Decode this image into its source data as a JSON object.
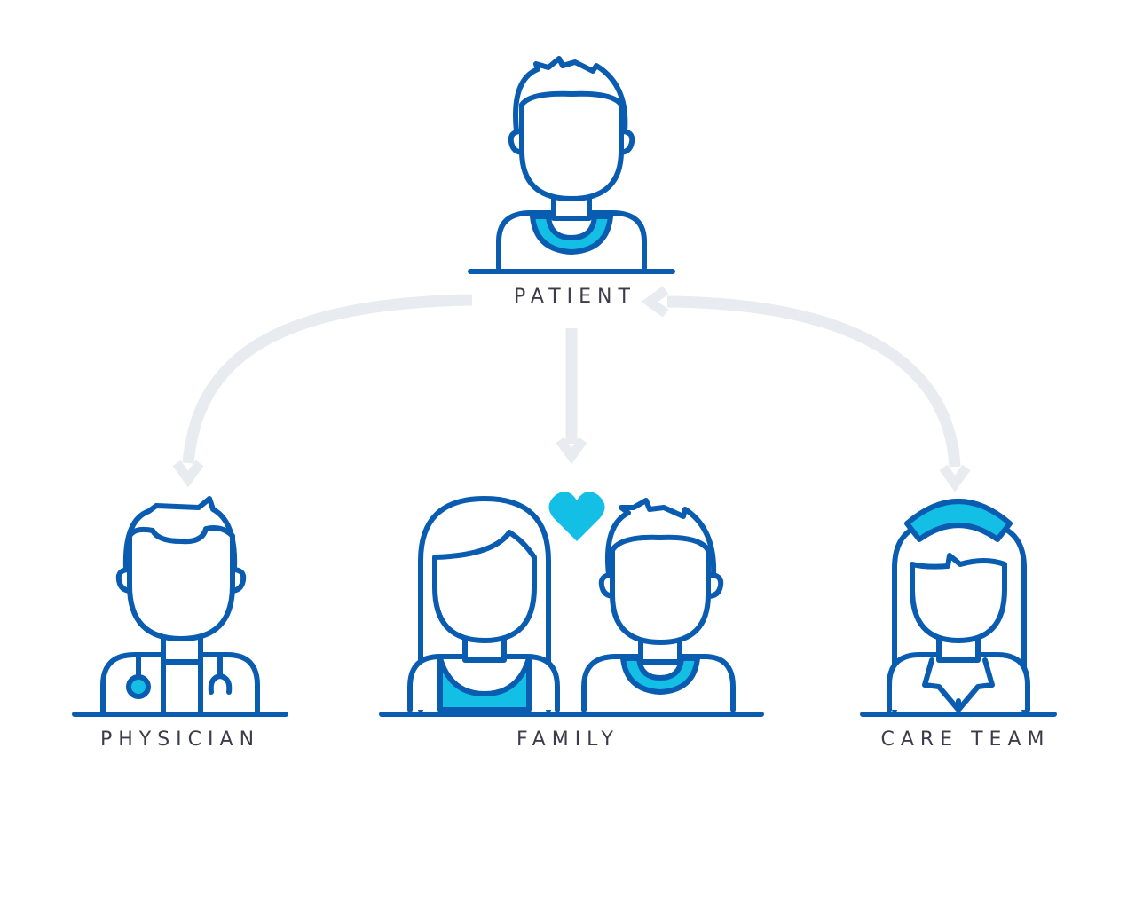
{
  "nodes": {
    "patient": {
      "label": "PATIENT"
    },
    "physician": {
      "label": "PHYSICIAN"
    },
    "family": {
      "label": "FAMILY"
    },
    "care_team": {
      "label": "CARE TEAM"
    }
  },
  "edges": [
    {
      "from": "patient",
      "to": "physician"
    },
    {
      "from": "patient",
      "to": "family"
    },
    {
      "from": "patient",
      "to": "care_team",
      "bidirectional": true
    }
  ],
  "colors": {
    "outline": "#0a5cb0",
    "accent": "#14bfe6",
    "arrow": "#e8ebef",
    "label": "#3c3c4a"
  }
}
